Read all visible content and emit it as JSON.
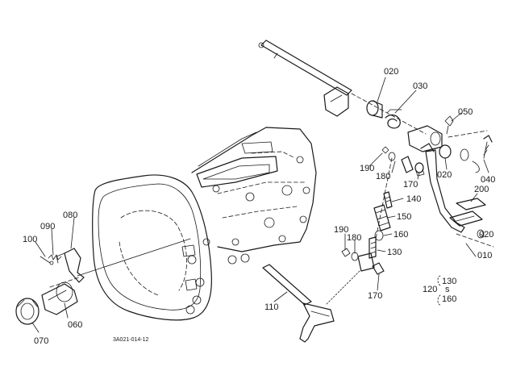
{
  "callouts": {
    "c010": "010",
    "c020a": "020",
    "c020b": "020",
    "c020c": "020",
    "c030": "030",
    "c040": "040",
    "c050": "050",
    "c060": "060",
    "c070": "070",
    "c080": "080",
    "c090": "090",
    "c100": "100",
    "c110": "110",
    "c120": "120",
    "c130a": "130",
    "c130b": "130",
    "c140": "140",
    "c150": "150",
    "c160a": "160",
    "c160b": "160",
    "c170a": "170",
    "c170b": "170",
    "c180a": "180",
    "c180b": "180",
    "c190a": "190",
    "c190b": "190",
    "c200": "200",
    "tilde": "s"
  },
  "drawing_code": "3A021-014-12"
}
